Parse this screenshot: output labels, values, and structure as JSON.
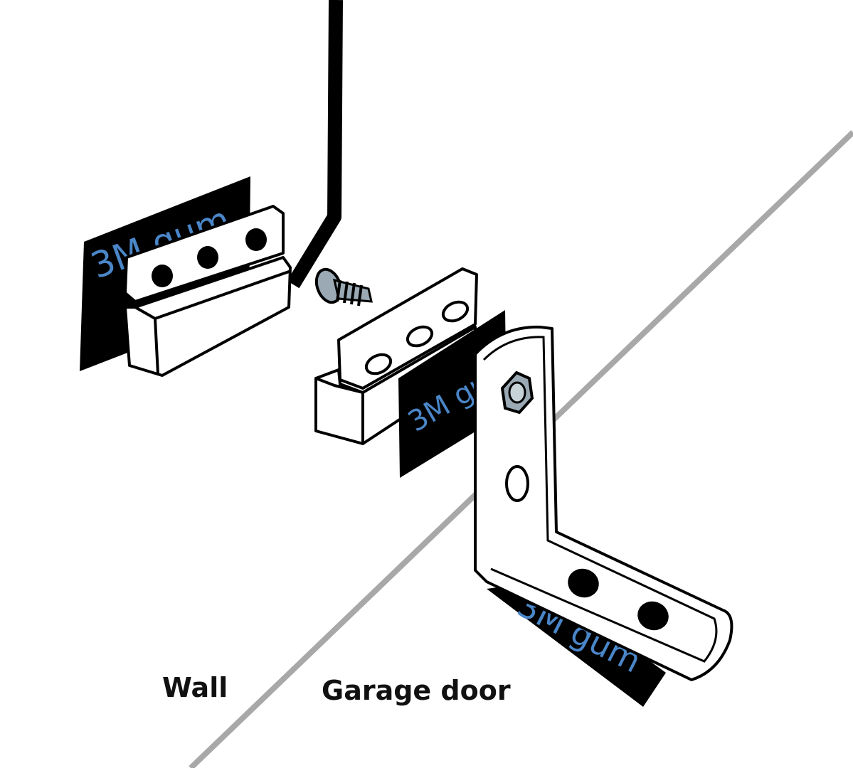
{
  "labels": {
    "wall": "Wall",
    "garage_door": "Garage door"
  },
  "tape": {
    "upper_left": "3M gum",
    "middle": "3M gu",
    "lower_right": "3M gum"
  },
  "colors": {
    "background": "#ffffff",
    "outline": "#000000",
    "tape": "#000000",
    "tape_text": "#4a86c8",
    "door_edge": "#a8a8a8",
    "screw": "#9aa9b4"
  },
  "icons": [
    "screw-icon",
    "hex-nut-icon",
    "wire-icon"
  ]
}
